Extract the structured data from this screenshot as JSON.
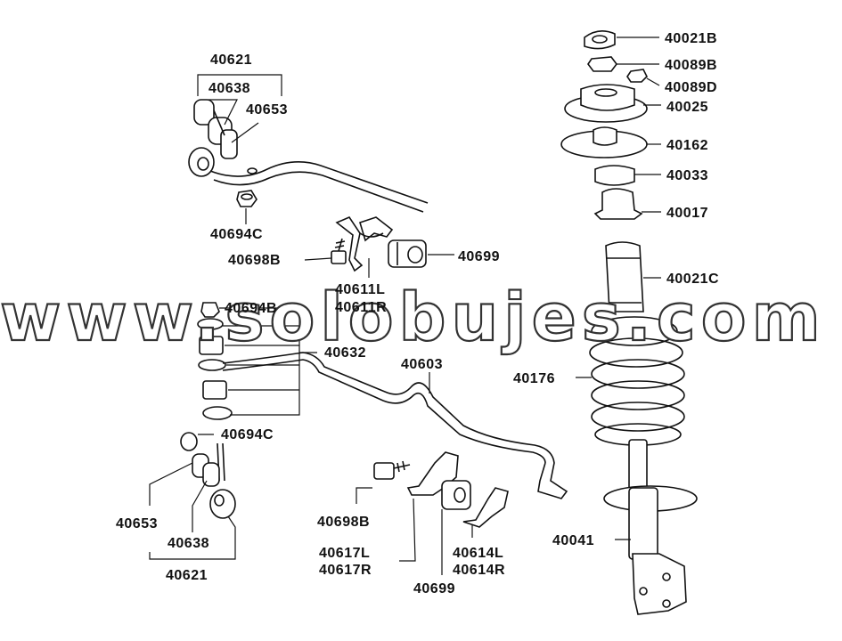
{
  "watermark": "www.solobujes.com",
  "labels": {
    "l40621_top": "40621",
    "l40638_top": "40638",
    "l40653_top": "40653",
    "l40694C_top": "40694C",
    "l40698B_top": "40698B",
    "l40699_top": "40699",
    "l40611L": "40611L",
    "l40611R": "40611R",
    "l40694B": "40694B",
    "l40632": "40632",
    "l40603": "40603",
    "l40694C_bot": "40694C",
    "l40653_bot": "40653",
    "l40638_bot": "40638",
    "l40621_bot": "40621",
    "l40698B_bot": "40698B",
    "l40617L": "40617L",
    "l40617R": "40617R",
    "l40699_bot": "40699",
    "l40614L": "40614L",
    "l40614R": "40614R",
    "l40021B": "40021B",
    "l40089B": "40089B",
    "l40089D": "40089D",
    "l40025": "40025",
    "l40162": "40162",
    "l40033": "40033",
    "l40017": "40017",
    "l40021C": "40021C",
    "l40176": "40176",
    "l40041": "40041"
  }
}
